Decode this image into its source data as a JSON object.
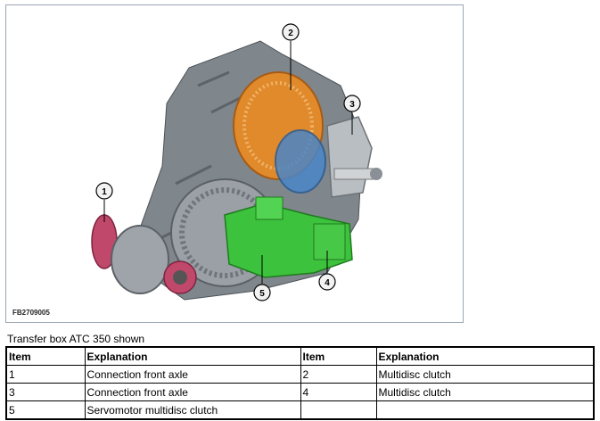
{
  "figure": {
    "code": "FB2709005",
    "callouts": [
      "1",
      "2",
      "3",
      "4",
      "5"
    ]
  },
  "caption": "Transfer box ATC 350 shown",
  "table": {
    "headers": [
      "Item",
      "Explanation",
      "Item",
      "Explanation"
    ],
    "rows": [
      [
        "1",
        "Connection front axle",
        "2",
        "Multidisc clutch"
      ],
      [
        "3",
        "Connection front axle",
        "4",
        "Multidisc clutch"
      ],
      [
        "5",
        "Servomotor multidisc clutch",
        "",
        ""
      ]
    ]
  },
  "colors": {
    "housing": "#7f868c",
    "clutch": "#e08a2c",
    "servomotor": "#3cc23c",
    "flange": "#c0486a"
  }
}
